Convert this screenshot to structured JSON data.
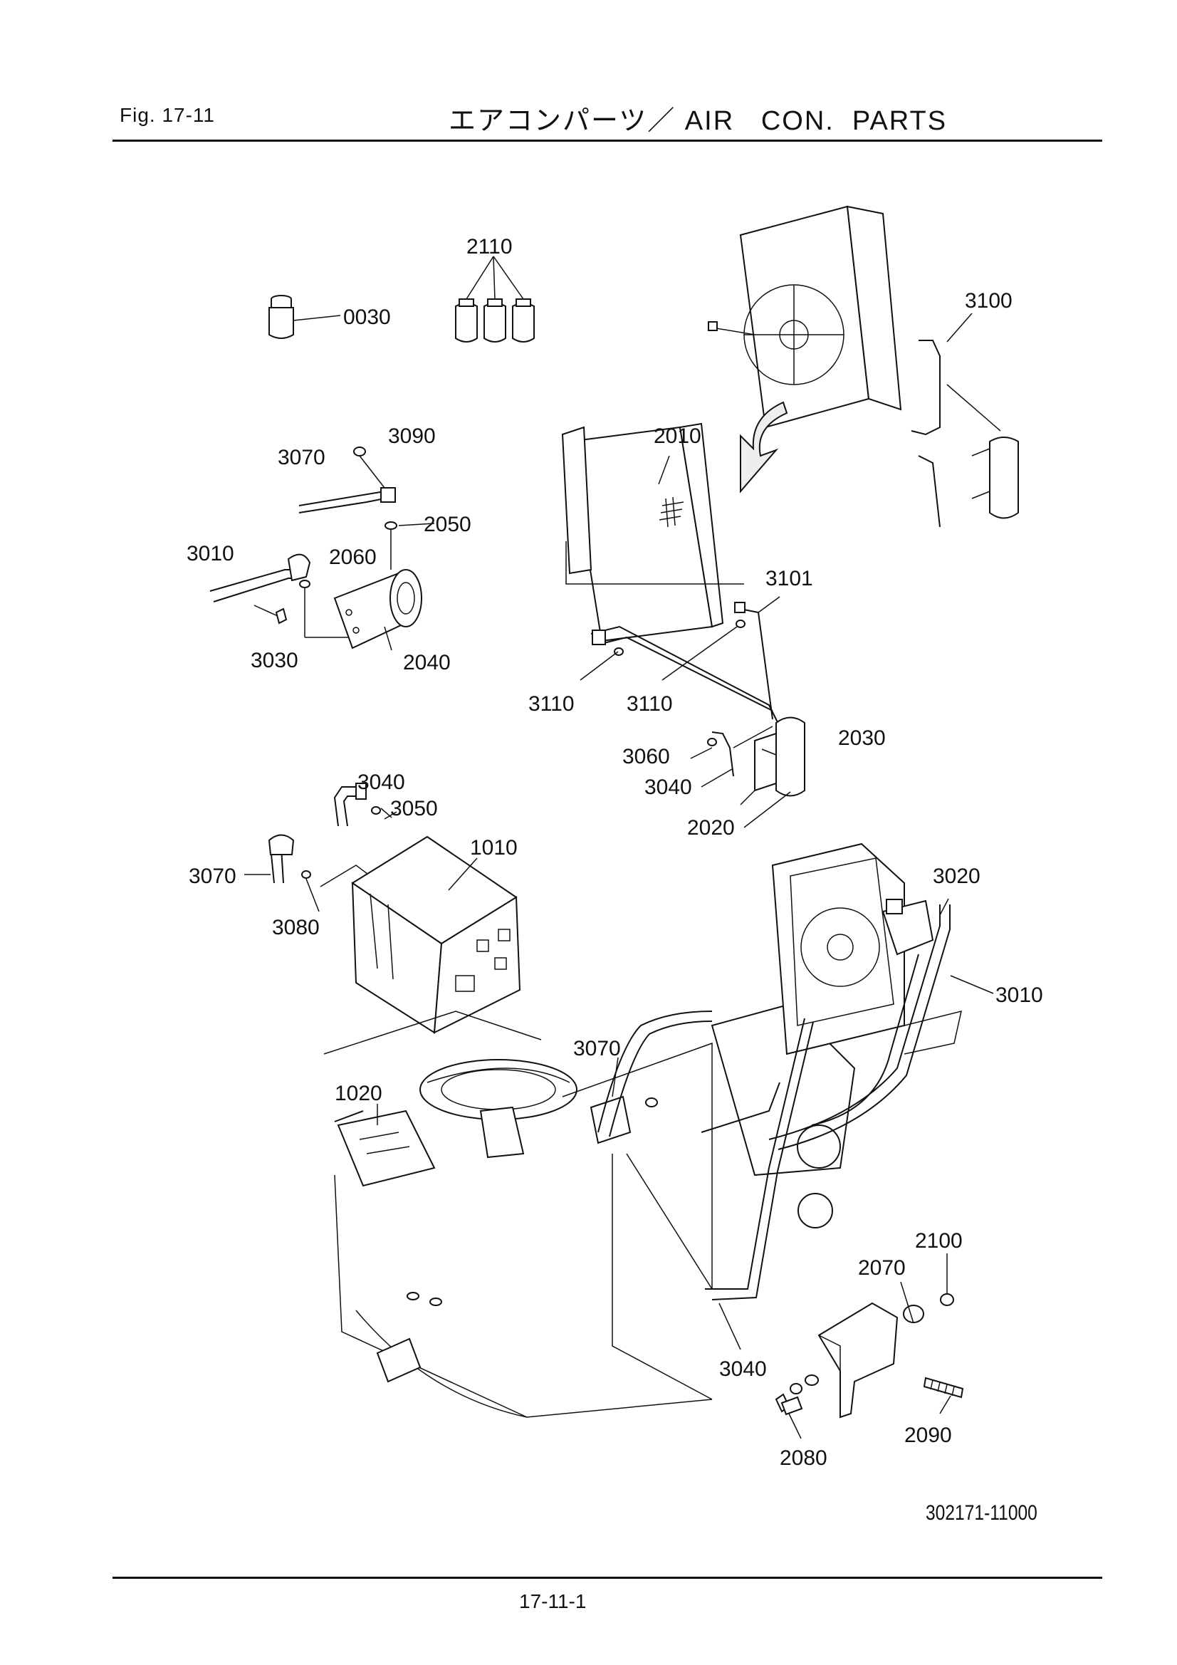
{
  "header": {
    "fig_label": "Fig.  17-11",
    "title": "エアコンパーツ／ AIR   CON.  PARTS"
  },
  "callouts": [
    "2110",
    "0030",
    "3100",
    "3090",
    "3070",
    "2050",
    "2010",
    "3010",
    "2060",
    "2040",
    "3030",
    "3101",
    "3110",
    "3110",
    "2030",
    "3060",
    "3040",
    "2020",
    "3040",
    "3050",
    "1010",
    "3070",
    "3080",
    "3020",
    "3010",
    "3070",
    "1020",
    "2100",
    "2070",
    "3040",
    "2090",
    "2080"
  ],
  "footer": {
    "drawing_code": "302171-11000",
    "page_number": "17-11-1"
  }
}
